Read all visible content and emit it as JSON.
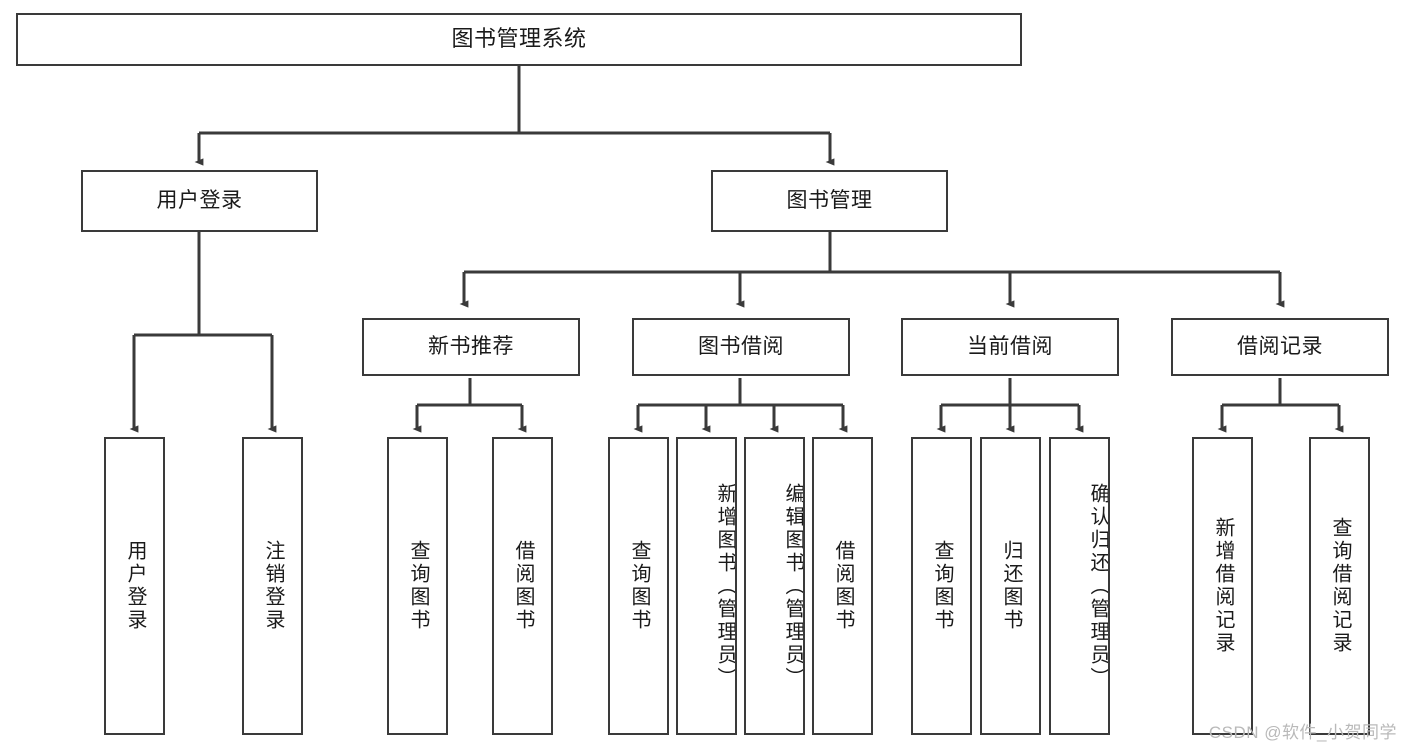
{
  "diagram": {
    "title": "图书管理系统",
    "type": "tree",
    "colors": {
      "box_border": "#3a3a3a",
      "box_fill": "#ffffff",
      "edge": "#3a3a3a",
      "text": "#1a1a1a",
      "watermark": "#b9b9b9"
    },
    "root": {
      "label": "图书管理系统"
    },
    "level2": [
      {
        "id": "user-login",
        "label": "用户登录"
      },
      {
        "id": "book-management",
        "label": "图书管理"
      }
    ],
    "level3": [
      {
        "id": "new-book-recommend",
        "label": "新书推荐",
        "parent": "book-management"
      },
      {
        "id": "book-borrow",
        "label": "图书借阅",
        "parent": "book-management"
      },
      {
        "id": "current-borrow",
        "label": "当前借阅",
        "parent": "book-management"
      },
      {
        "id": "borrow-record",
        "label": "借阅记录",
        "parent": "book-management"
      }
    ],
    "leaves": {
      "user-login": [
        {
          "id": "leaf-user-login",
          "label": "用户登录"
        },
        {
          "id": "leaf-logout-login",
          "label": "注销登录"
        }
      ],
      "new-book-recommend": [
        {
          "id": "leaf-query-book-1",
          "label": "查询图书"
        },
        {
          "id": "leaf-borrow-book-1",
          "label": "借阅图书"
        }
      ],
      "book-borrow": [
        {
          "id": "leaf-query-book-2",
          "label": "查询图书"
        },
        {
          "id": "leaf-add-book-admin",
          "label": "新增图书（管理员）"
        },
        {
          "id": "leaf-edit-book-admin",
          "label": "编辑图书（管理员）"
        },
        {
          "id": "leaf-borrow-book-2",
          "label": "借阅图书"
        }
      ],
      "current-borrow": [
        {
          "id": "leaf-query-book-3",
          "label": "查询图书"
        },
        {
          "id": "leaf-return-book",
          "label": "归还图书"
        },
        {
          "id": "leaf-confirm-return-admin",
          "label": "确认归还（管理员）"
        }
      ],
      "borrow-record": [
        {
          "id": "leaf-add-borrow-record",
          "label": "新增借阅记录"
        },
        {
          "id": "leaf-query-borrow-record",
          "label": "查询借阅记录"
        }
      ]
    },
    "watermark": "CSDN @软件_小贺同学"
  }
}
